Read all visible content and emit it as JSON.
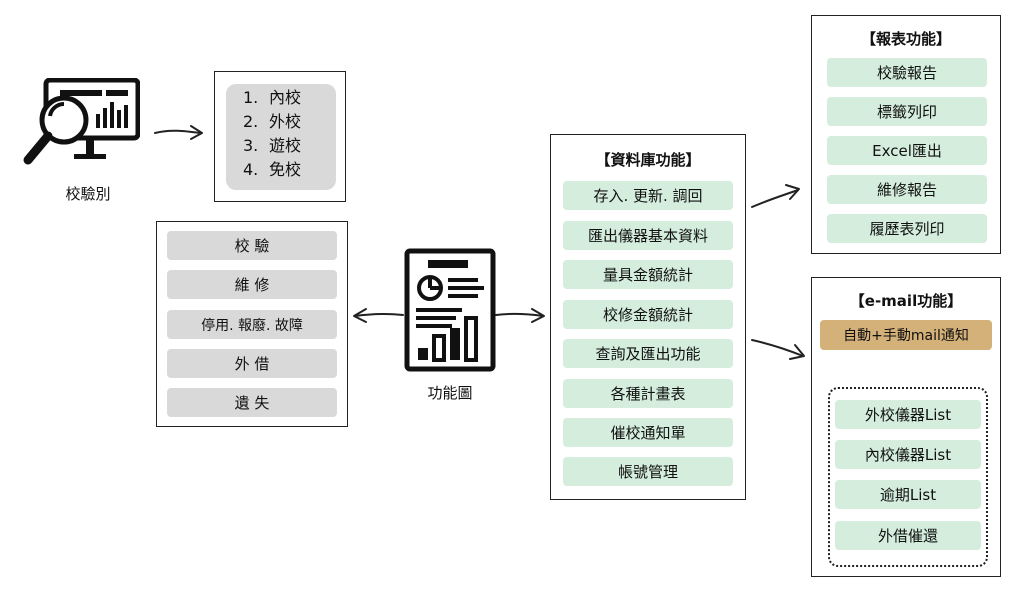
{
  "category": {
    "caption": "校驗別",
    "items": [
      {
        "num": "1.",
        "label": "內校"
      },
      {
        "num": "2.",
        "label": "外校"
      },
      {
        "num": "3.",
        "label": "遊校"
      },
      {
        "num": "4.",
        "label": "免校"
      }
    ]
  },
  "left_menu": [
    "校 驗",
    "維 修",
    "停用. 報廢. 故障",
    "外 借",
    "遺 失"
  ],
  "center": {
    "caption": "功能圖"
  },
  "database": {
    "title": "【資料庫功能】",
    "items": [
      "存入. 更新. 調回",
      "匯出儀器基本資料",
      "量具金額統計",
      "校修金額統計",
      "查詢及匯出功能",
      "各種計畫表",
      "催校通知單",
      "帳號管理"
    ]
  },
  "report": {
    "title": "【報表功能】",
    "items": [
      "校驗報告",
      "標籤列印",
      "Excel匯出",
      "維修報告",
      "履歷表列印"
    ]
  },
  "email": {
    "title": "【e-mail功能】",
    "notify": "自動+手動mail通知",
    "items": [
      "外校儀器List",
      "內校儀器List",
      "逾期List",
      "外借催還"
    ]
  },
  "colors": {
    "green": "#d4eddd",
    "gray": "#d9d9d9",
    "gold": "#d4b178"
  },
  "icons": {
    "category": "magnifier-monitor-icon",
    "center": "report-document-icon"
  }
}
